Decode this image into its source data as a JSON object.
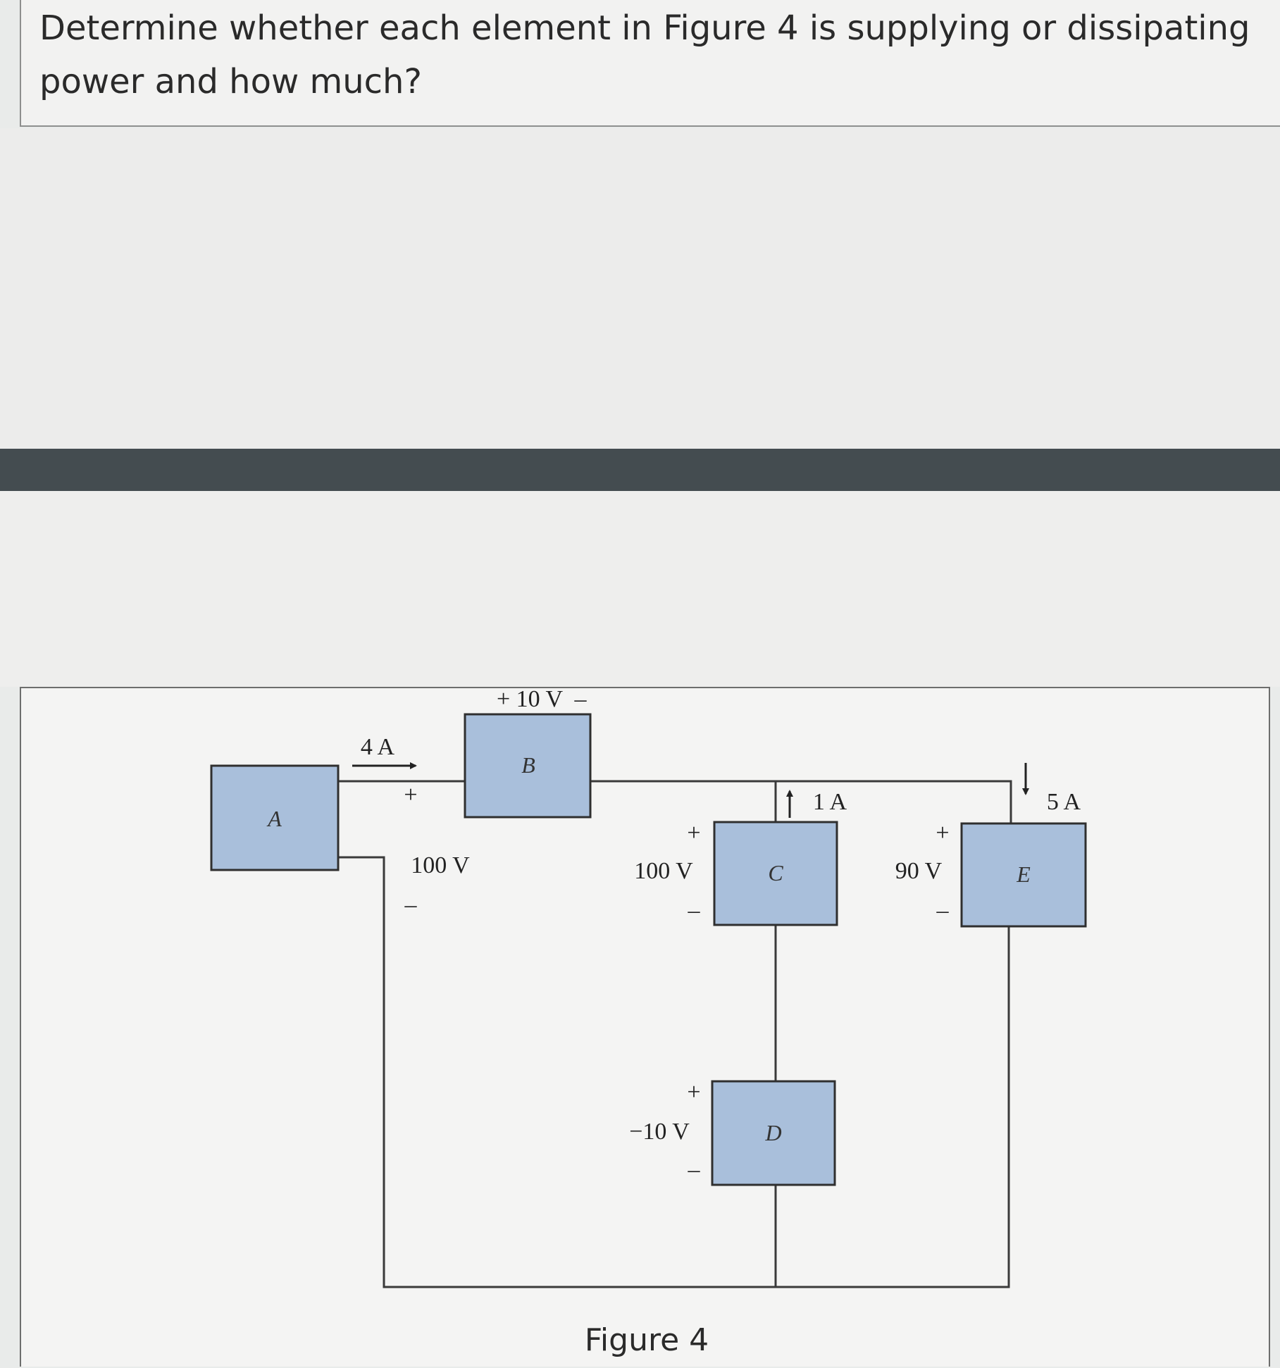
{
  "question": {
    "text": "Determine whether each element in Figure 4 is supplying or dissipating power and how much?"
  },
  "figure": {
    "caption": "Figure 4",
    "elements": {
      "a": "A",
      "b": "B",
      "c": "C",
      "d": "D",
      "e": "E"
    },
    "labels": {
      "current_a": "4 A",
      "current_c": "1 A",
      "current_e": "5 A",
      "voltage_a": "100 V",
      "voltage_b": "+ 10 V",
      "voltage_c": "100 V",
      "voltage_d": "−10 V",
      "voltage_e": "90 V",
      "plus": "+",
      "minus": "–"
    }
  }
}
